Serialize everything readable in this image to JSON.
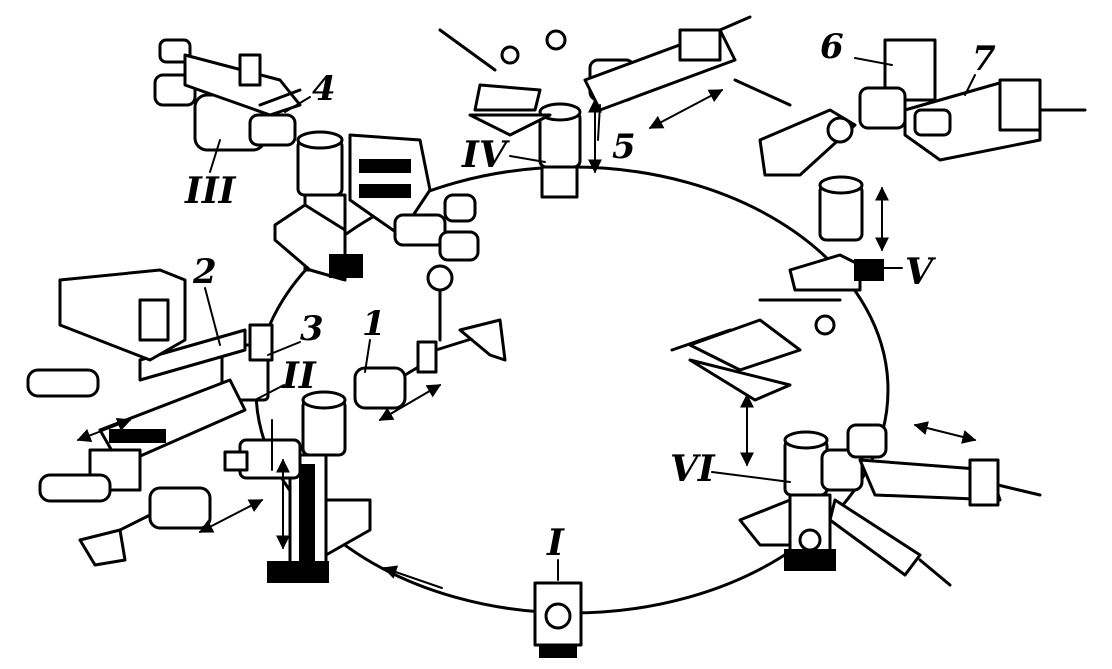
{
  "station_labels": [
    "I",
    "II",
    "III",
    "IV",
    "V",
    "VI"
  ],
  "part_labels": [
    "1",
    "2",
    "3",
    "4",
    "5",
    "6",
    "7"
  ]
}
